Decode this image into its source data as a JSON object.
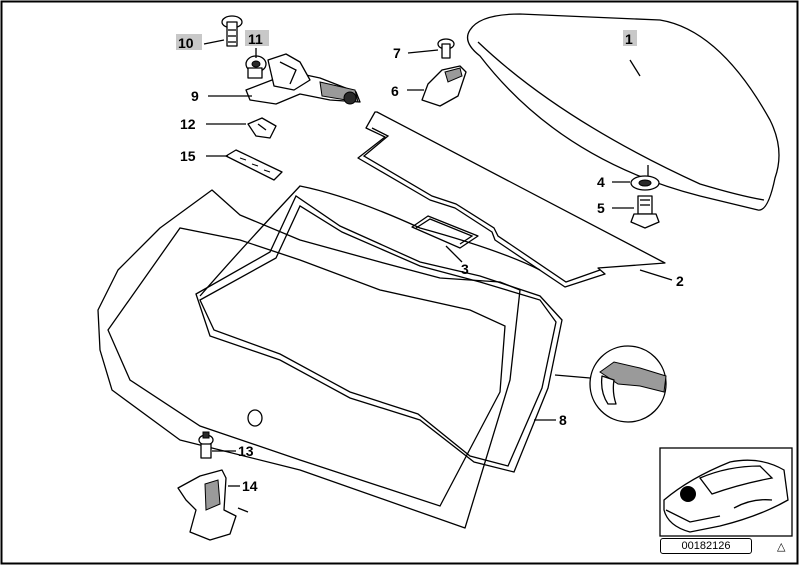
{
  "diagram": {
    "reference_number": "00182126",
    "corner_mark": "△",
    "callouts": [
      {
        "id": "c1",
        "label": "1",
        "highlighted": true
      },
      {
        "id": "c2",
        "label": "2",
        "highlighted": false
      },
      {
        "id": "c3",
        "label": "3",
        "highlighted": false
      },
      {
        "id": "c4",
        "label": "4",
        "highlighted": false
      },
      {
        "id": "c5",
        "label": "5",
        "highlighted": false
      },
      {
        "id": "c6",
        "label": "6",
        "highlighted": false
      },
      {
        "id": "c7",
        "label": "7",
        "highlighted": false
      },
      {
        "id": "c8",
        "label": "8",
        "highlighted": false
      },
      {
        "id": "c9",
        "label": "9",
        "highlighted": false
      },
      {
        "id": "c10",
        "label": "10",
        "highlighted": true
      },
      {
        "id": "c11",
        "label": "11",
        "highlighted": true
      },
      {
        "id": "c12",
        "label": "12",
        "highlighted": false
      },
      {
        "id": "c13",
        "label": "13",
        "highlighted": false
      },
      {
        "id": "c14",
        "label": "14",
        "highlighted": false
      },
      {
        "id": "c15",
        "label": "15",
        "highlighted": false
      }
    ],
    "colors": {
      "line": "#000000",
      "highlight": "#c8c8c8",
      "background": "#ffffff"
    }
  }
}
